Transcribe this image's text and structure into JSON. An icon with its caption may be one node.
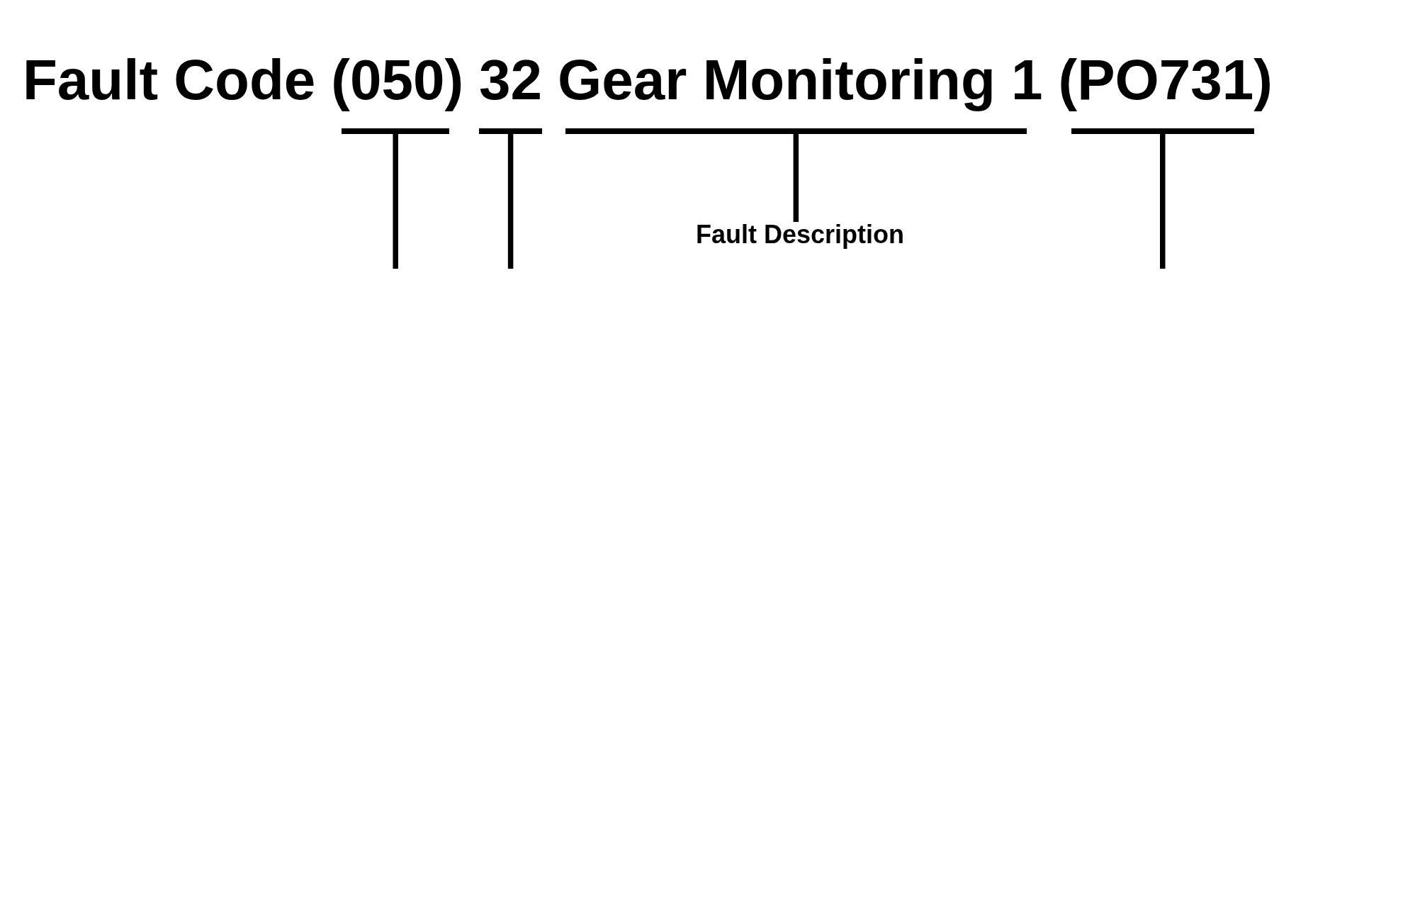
{
  "diagram": {
    "nodes": [
      {
        "text": [
          "(050)"
        ]
      },
      {
        "text": [
          "32"
        ]
      },
      {
        "text": [
          "Gear Monitoring 1"
        ]
      },
      {
        "text": [
          "(PO731)"
        ]
      },
      {
        "text": [
          "Fault Description"
        ]
      }
    ],
    "edges": [
      {
        "from": null,
        "to": 0,
        "arrow": "none"
      },
      {
        "from": null,
        "to": 1,
        "arrow": "none"
      },
      {
        "from": 4,
        "to": 2,
        "arrow": "none"
      },
      {
        "from": null,
        "to": 3,
        "arrow": "none"
      }
    ],
    "labels": [
      "Fault Code"
    ]
  }
}
